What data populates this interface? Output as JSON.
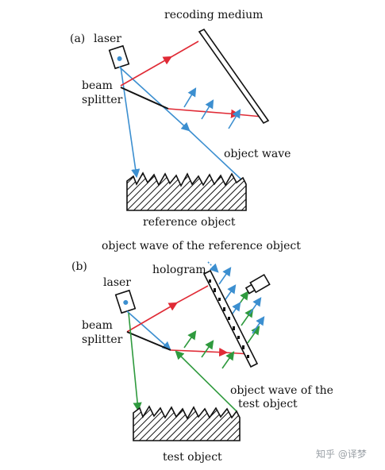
{
  "panel_a": {
    "label": "(a)",
    "laser": "laser",
    "beam_splitter_line1": "beam",
    "beam_splitter_line2": "splitter",
    "medium": "recoding medium",
    "object_wave": "object wave",
    "reference_object": "reference object"
  },
  "middle_caption": "object wave of the reference object",
  "panel_b": {
    "label": "(b)",
    "laser": "laser",
    "hologram": "hologram",
    "beam_splitter_line1": "beam",
    "beam_splitter_line2": "splitter",
    "object_wave_line1": "object wave of the",
    "object_wave_line2": "test object",
    "test_object": "test object"
  },
  "watermark": "知乎 @译梦",
  "colors": {
    "reference_beam": "#e02b36",
    "object_beam": "#3c8fd0",
    "test_object_beam": "#2f9a3e",
    "outline": "#111111"
  }
}
